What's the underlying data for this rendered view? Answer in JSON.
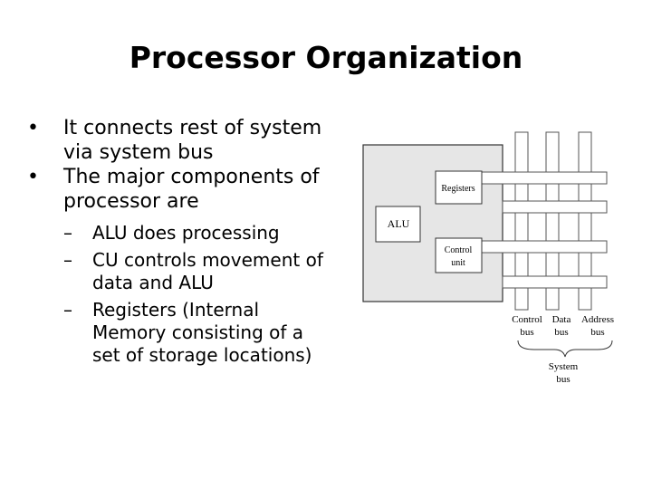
{
  "title": "Processor Organization",
  "bullets": [
    {
      "text": "It connects rest of system via system bus"
    },
    {
      "text": "The major components of processor are"
    }
  ],
  "sub_bullets": [
    {
      "text": "ALU does processing"
    },
    {
      "text": "CU controls movement of data and ALU"
    },
    {
      "text": "Registers (Internal Memory consisting of a set of storage locations)"
    }
  ],
  "diagram": {
    "alu_label": "ALU",
    "registers_label": "Registers",
    "control_unit_label": [
      "Control",
      "unit"
    ],
    "buses": [
      {
        "line1": "Control",
        "line2": "bus"
      },
      {
        "line1": "Data",
        "line2": "bus"
      },
      {
        "line1": "Address",
        "line2": "bus"
      }
    ],
    "system_bus_label": [
      "System",
      "bus"
    ]
  }
}
